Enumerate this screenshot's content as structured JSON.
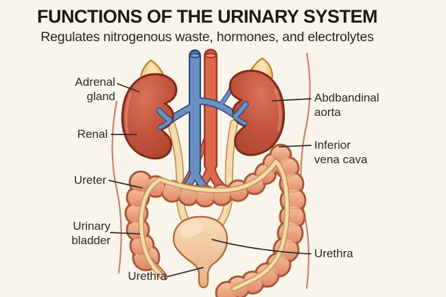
{
  "header": {
    "title": "FUNCTIONS OF THE URINARY SYSTEM",
    "subtitle": "Regulates nitrogenous waste, hormones, and electrolytes"
  },
  "labels": {
    "adrenal_gland": {
      "line1": "Adrenal",
      "line2": "gland"
    },
    "renal": {
      "text": "Renal"
    },
    "ureter": {
      "text": "Ureter"
    },
    "urinary_bladder": {
      "line1": "Urinary",
      "line2": "bladder"
    },
    "urethra_bottom": {
      "text": "Urethra"
    },
    "abdominal_aorta": {
      "line1": "Abdbandinal",
      "line2": "aorta"
    },
    "inferior_vena_cava": {
      "line1": "Inferior",
      "line2": "vena cava"
    },
    "urethra_right": {
      "text": "Urethra"
    }
  },
  "colors": {
    "background": "#faf5ea",
    "title_text": "#1d1b18",
    "label_text": "#2a2927",
    "leader_line": "#2b2b2b",
    "kidney": "#c4553e",
    "kidney_outline": "#7b2a1c",
    "adrenal_gland": "#f5cd84",
    "adrenal_outline": "#b9863e",
    "aorta_red": "#dd6950",
    "aorta_outline": "#a03826",
    "vena_cava_blue": "#6992c2",
    "vena_cava_outline": "#2e4d7d",
    "ureter_cream": "#f4dcab",
    "ureter_outline": "#c29154",
    "colon_salmon": "#eda381",
    "colon_outline": "#a8563c",
    "bladder_peach": "#f0bf96",
    "bladder_outline": "#b5683f",
    "body_outline": "#c9705a"
  }
}
